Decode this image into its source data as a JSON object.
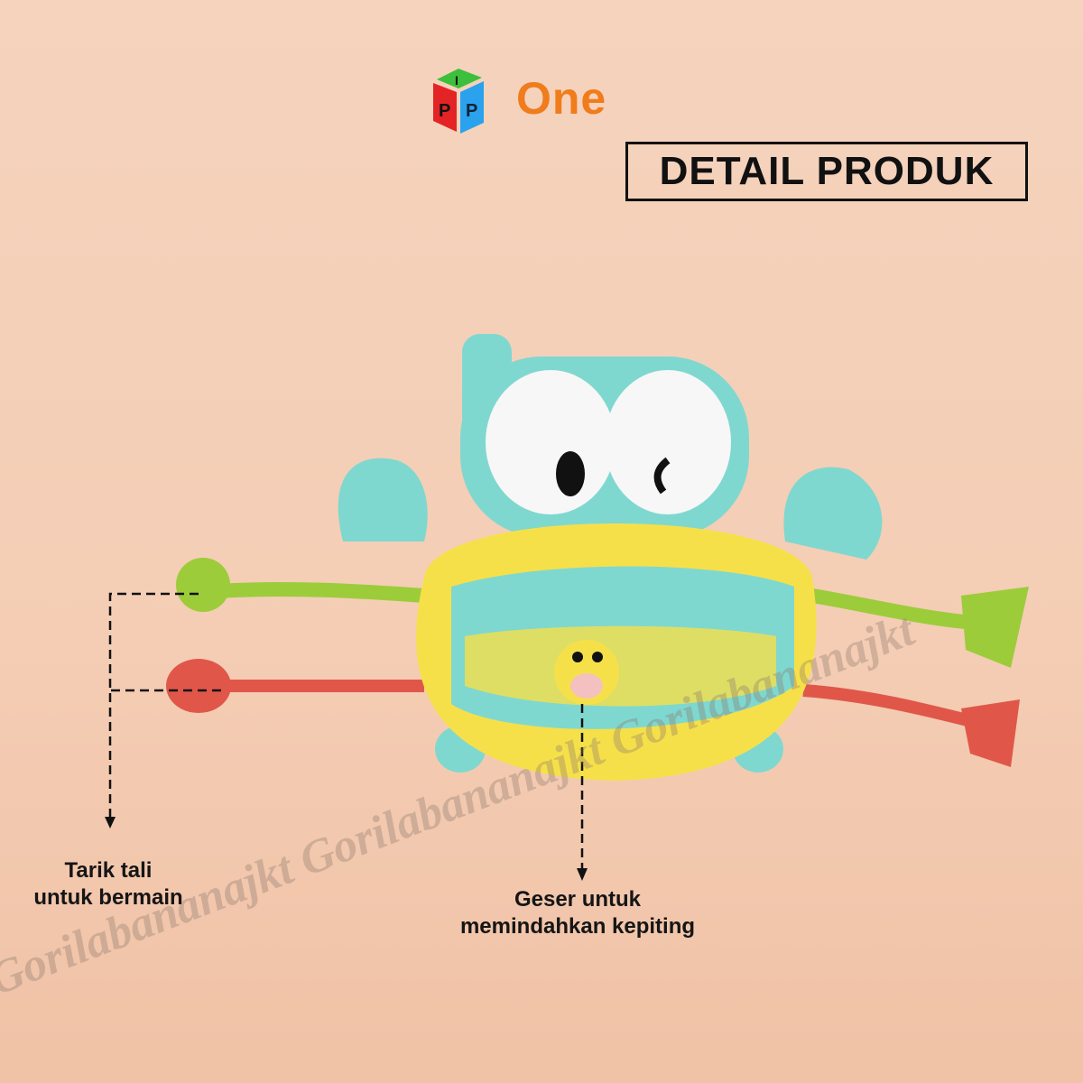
{
  "logo": {
    "text": "One",
    "cube_letters": [
      "I",
      "P",
      "P"
    ]
  },
  "header": {
    "badge": "DETAIL PRODUK"
  },
  "callouts": [
    {
      "line1": "Tarik tali",
      "line2": "untuk bermain"
    },
    {
      "line1": "Geser untuk",
      "line2": "memindahkan kepiting"
    }
  ],
  "watermark": "Gorilabananajkt Gorilabananajkt Gorilabananajkt",
  "colors": {
    "background": "#f5d3bd",
    "teal": "#7fd8cf",
    "yellow": "#f6e04a",
    "green": "#9ccc3a",
    "red": "#e0574a",
    "logo_orange": "#f07c1c"
  }
}
